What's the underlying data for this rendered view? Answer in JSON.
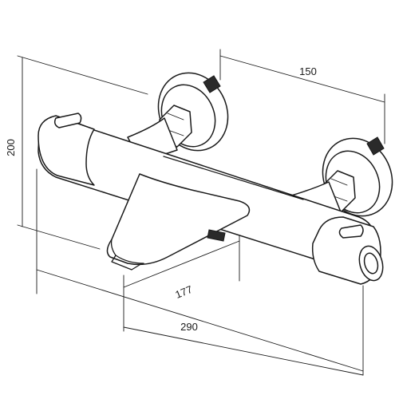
{
  "dimensions": {
    "height": "200",
    "top_width": "150",
    "spout_depth": "177",
    "total_width": "290"
  },
  "colors": {
    "line": "#1a1a1a",
    "background": "#ffffff",
    "thread": "#2a2a2a"
  }
}
